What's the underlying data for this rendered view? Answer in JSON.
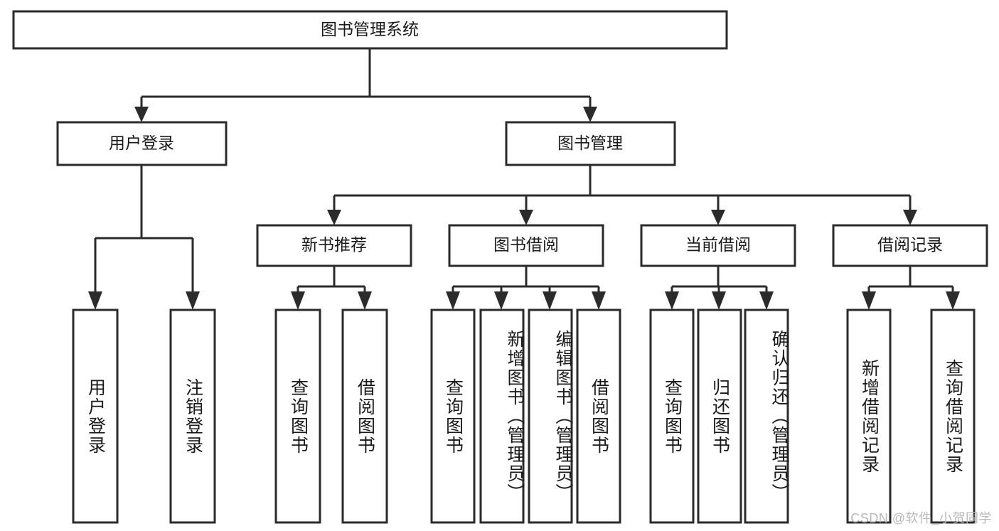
{
  "diagram": {
    "title": "图书管理系统",
    "type": "tree",
    "root": {
      "id": "root",
      "label": "图书管理系统",
      "orientation": "horizontal"
    },
    "level2": [
      {
        "id": "user-login",
        "label": "用户登录",
        "orientation": "horizontal"
      },
      {
        "id": "book-management",
        "label": "图书管理",
        "orientation": "horizontal"
      }
    ],
    "level3": [
      {
        "id": "new-book-recommend",
        "label": "新书推荐",
        "orientation": "horizontal",
        "parent": "book-management"
      },
      {
        "id": "book-borrow",
        "label": "图书借阅",
        "orientation": "horizontal",
        "parent": "book-management"
      },
      {
        "id": "current-borrow",
        "label": "当前借阅",
        "orientation": "horizontal",
        "parent": "book-management"
      },
      {
        "id": "borrow-record",
        "label": "借阅记录",
        "orientation": "horizontal",
        "parent": "book-management"
      }
    ],
    "leaves": [
      {
        "id": "leaf-user-login",
        "label": "用户登录",
        "orientation": "vertical",
        "parent": "user-login"
      },
      {
        "id": "leaf-logout-login",
        "label": "注销登录",
        "orientation": "vertical",
        "parent": "user-login"
      },
      {
        "id": "leaf-query-book-1",
        "label": "查询图书",
        "orientation": "vertical",
        "parent": "new-book-recommend"
      },
      {
        "id": "leaf-borrow-book-1",
        "label": "借阅图书",
        "orientation": "vertical",
        "parent": "new-book-recommend"
      },
      {
        "id": "leaf-query-book-2",
        "label": "查询图书",
        "orientation": "vertical",
        "parent": "book-borrow"
      },
      {
        "id": "leaf-add-book",
        "label": "新增图书（管理员）",
        "orientation": "vertical",
        "parent": "book-borrow"
      },
      {
        "id": "leaf-edit-book",
        "label": "编辑图书（管理员）",
        "orientation": "vertical",
        "parent": "book-borrow"
      },
      {
        "id": "leaf-borrow-book-2",
        "label": "借阅图书",
        "orientation": "vertical",
        "parent": "book-borrow"
      },
      {
        "id": "leaf-query-book-3",
        "label": "查询图书",
        "orientation": "vertical",
        "parent": "current-borrow"
      },
      {
        "id": "leaf-return-book",
        "label": "归还图书",
        "orientation": "vertical",
        "parent": "current-borrow"
      },
      {
        "id": "leaf-confirm-return",
        "label": "确认归还（管理员）",
        "orientation": "vertical",
        "parent": "current-borrow"
      },
      {
        "id": "leaf-add-record",
        "label": "新增借阅记录",
        "orientation": "vertical",
        "parent": "borrow-record"
      },
      {
        "id": "leaf-query-record",
        "label": "查询借阅记录",
        "orientation": "vertical",
        "parent": "borrow-record"
      }
    ]
  },
  "watermark": {
    "text": "CSDN @软件_小贺同学"
  },
  "colors": {
    "background": "#ffffff",
    "box_fill": "#ffffff",
    "box_stroke": "#2b2b2b",
    "text": "#1a1a1a",
    "watermark": "#b9b9b9"
  }
}
